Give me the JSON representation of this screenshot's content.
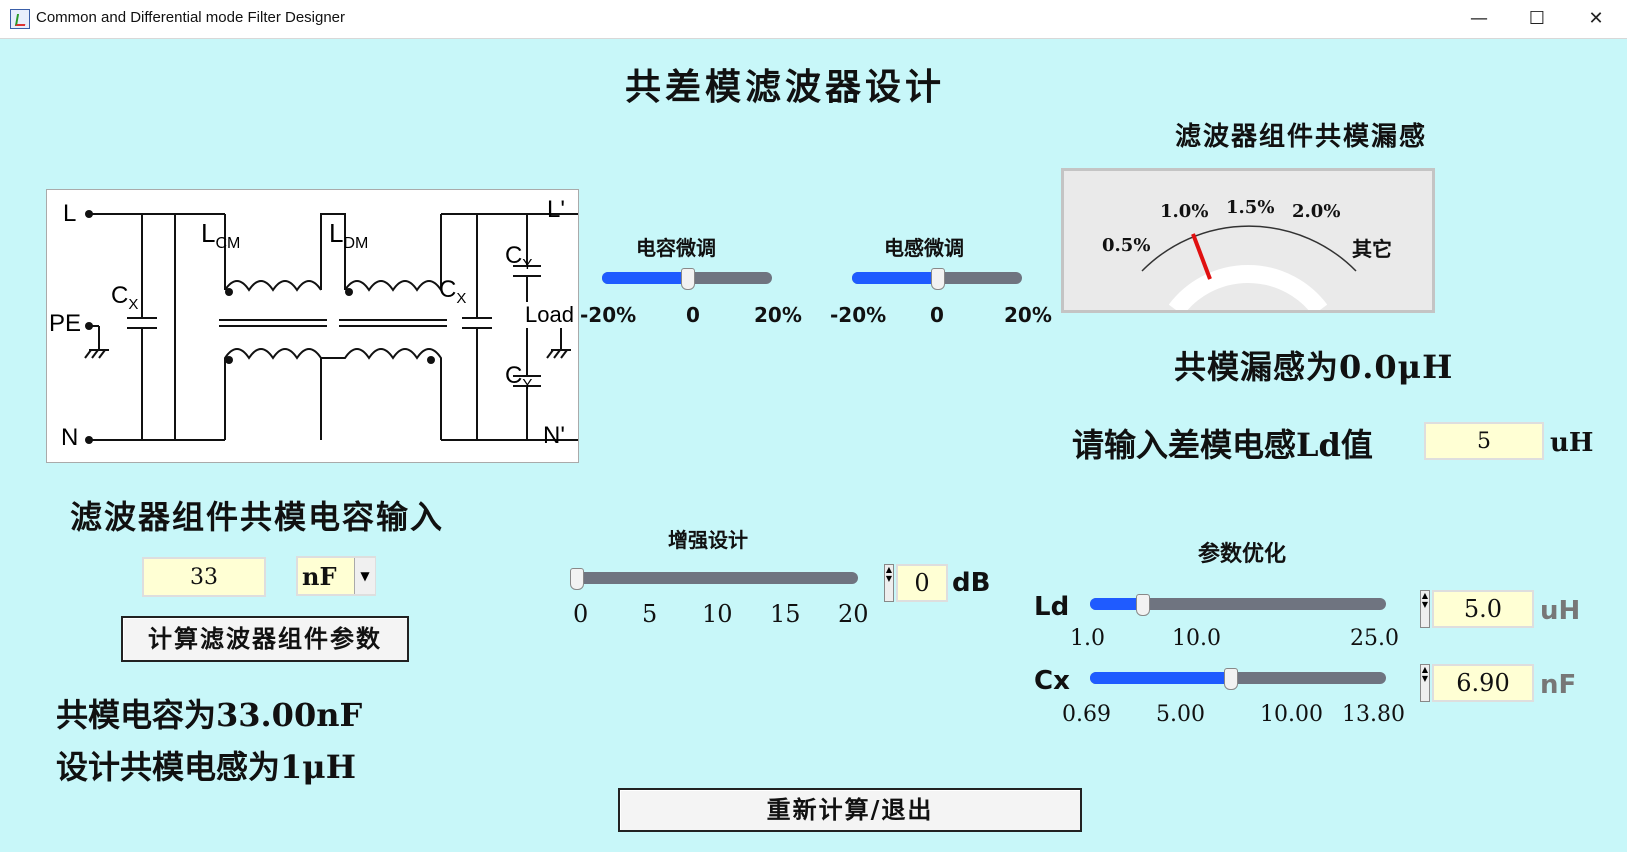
{
  "window": {
    "title": "Common and Differential mode Filter Designer",
    "minimize_glyph": "—",
    "maximize_glyph": "☐",
    "close_glyph": "✕"
  },
  "main_title": "共差模滤波器设计",
  "circuit": {
    "L": "L",
    "L_prime": "L'",
    "PE": "PE",
    "N": "N",
    "N_prime": "N'",
    "LCM_main": "L",
    "LCM_sub": "CM",
    "LDM_main": "L",
    "LDM_sub": "DM",
    "CX_main": "C",
    "CX_sub": "X",
    "CY_main": "C",
    "CY_sub": "Y",
    "load": "Load"
  },
  "cap_tune": {
    "label": "电容微调",
    "ticks": [
      "-20%",
      "0",
      "20%"
    ],
    "value_fraction": 0.5
  },
  "ind_tune": {
    "label": "电感微调",
    "ticks": [
      "-20%",
      "0",
      "20%"
    ],
    "value_fraction": 0.5
  },
  "meter": {
    "label": "滤波器组件共模漏感",
    "scale": [
      "0.5%",
      "1.0%",
      "1.5%",
      "2.0%",
      "其它"
    ],
    "needle_value": "1.0%"
  },
  "leakage_text": "共模漏感为0.0μH",
  "ld_input": {
    "label": "请输入差模电感Ld值",
    "value": "5",
    "unit": "uH"
  },
  "cm_cap": {
    "label": "滤波器组件共模电容输入",
    "value": "33",
    "unit_selected": "nF",
    "dropdown_icon": "▼"
  },
  "calc_button": "计算滤波器组件参数",
  "result_cap": "共模电容为33.00nF",
  "result_ind": "设计共模电感为1μH",
  "enhance": {
    "label": "增强设计",
    "ticks": [
      "0",
      "5",
      "10",
      "15",
      "20"
    ],
    "value": "0",
    "unit": "dB",
    "value_fraction": 0.0
  },
  "optimize": {
    "label": "参数优化",
    "ld": {
      "name": "Ld",
      "ticks": [
        "1.0",
        "10.0",
        "25.0"
      ],
      "value": "5.0",
      "unit": "uH",
      "value_fraction": 0.17
    },
    "cx": {
      "name": "Cx",
      "ticks": [
        "0.69",
        "5.00",
        "10.00",
        "13.80"
      ],
      "value": "6.90",
      "unit": "nF",
      "value_fraction": 0.47
    }
  },
  "recalc_button": "重新计算/退出",
  "colors": {
    "background": "#c8f7f9",
    "slider_fill": "#1f5bff",
    "slider_track": "#6f7480",
    "input_bg": "#ffffd4",
    "needle": "#e01010"
  }
}
